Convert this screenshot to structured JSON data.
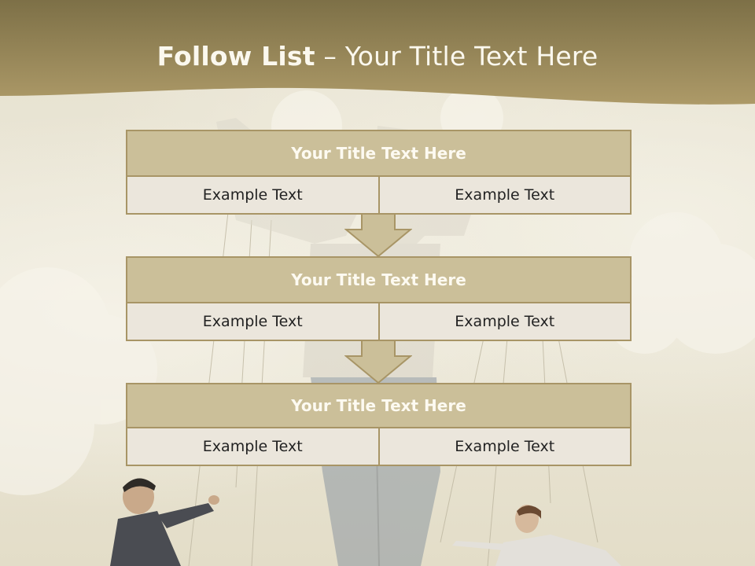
{
  "slide": {
    "title_bold": "Follow List",
    "title_rest": " – Your Title Text Here",
    "colors": {
      "header": "#a89566",
      "box_head": "#cbbf99",
      "border": "#a89566",
      "cell_bg": "#ebe6dc"
    }
  },
  "steps": [
    {
      "title": "Your Title Text Here",
      "left": "Example Text",
      "right": "Example Text"
    },
    {
      "title": "Your Title Text Here",
      "left": "Example Text",
      "right": "Example Text"
    },
    {
      "title": "Your Title Text Here",
      "left": "Example Text",
      "right": "Example Text"
    }
  ]
}
